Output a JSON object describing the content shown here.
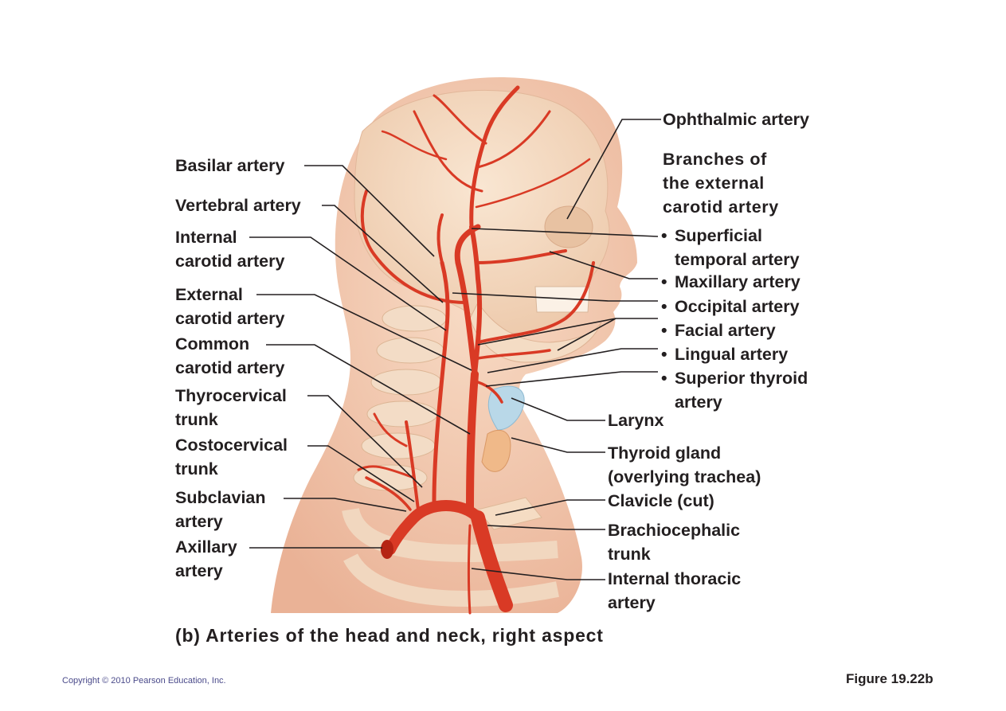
{
  "left_labels": {
    "basilar": [
      "Basilar artery"
    ],
    "vertebral": [
      "Vertebral artery"
    ],
    "internal_carotid": [
      "Internal",
      "carotid artery"
    ],
    "external_carotid": [
      "External",
      "carotid artery"
    ],
    "common_carotid": [
      "Common",
      "carotid artery"
    ],
    "thyrocervical": [
      "Thyrocervical",
      "trunk"
    ],
    "costocervical": [
      "Costocervical",
      "trunk"
    ],
    "subclavian": [
      "Subclavian",
      "artery"
    ],
    "axillary": [
      "Axillary",
      "artery"
    ]
  },
  "right_labels": {
    "ophthalmic": [
      "Ophthalmic artery"
    ],
    "branches_heading": [
      "Branches of",
      "the external",
      "carotid artery"
    ],
    "superficial_temporal": [
      "Superficial",
      "temporal artery"
    ],
    "maxillary": [
      "Maxillary artery"
    ],
    "occipital": [
      "Occipital artery"
    ],
    "facial": [
      "Facial artery"
    ],
    "lingual": [
      "Lingual artery"
    ],
    "superior_thyroid": [
      "Superior thyroid",
      "artery"
    ],
    "larynx": [
      "Larynx"
    ],
    "thyroid_gland": [
      "Thyroid gland",
      "(overlying trachea)"
    ],
    "clavicle": [
      "Clavicle (cut)"
    ],
    "brachiocephalic": [
      "Brachiocephalic",
      "trunk"
    ],
    "internal_thoracic": [
      "Internal thoracic",
      "artery"
    ]
  },
  "bullet_glyph": "•",
  "caption": "(b) Arteries of the head and neck, right aspect",
  "copyright": "Copyright © 2010 Pearson Education, Inc.",
  "figure_number": "Figure 19.22b",
  "colors": {
    "skin": "#f2c6a8",
    "bone": "#f3d9bf",
    "artery": "#d93a25",
    "artery_dark": "#b52414",
    "larynx": "#b9d8e8",
    "thyroid": "#f0b989",
    "leader": "#231f20"
  }
}
